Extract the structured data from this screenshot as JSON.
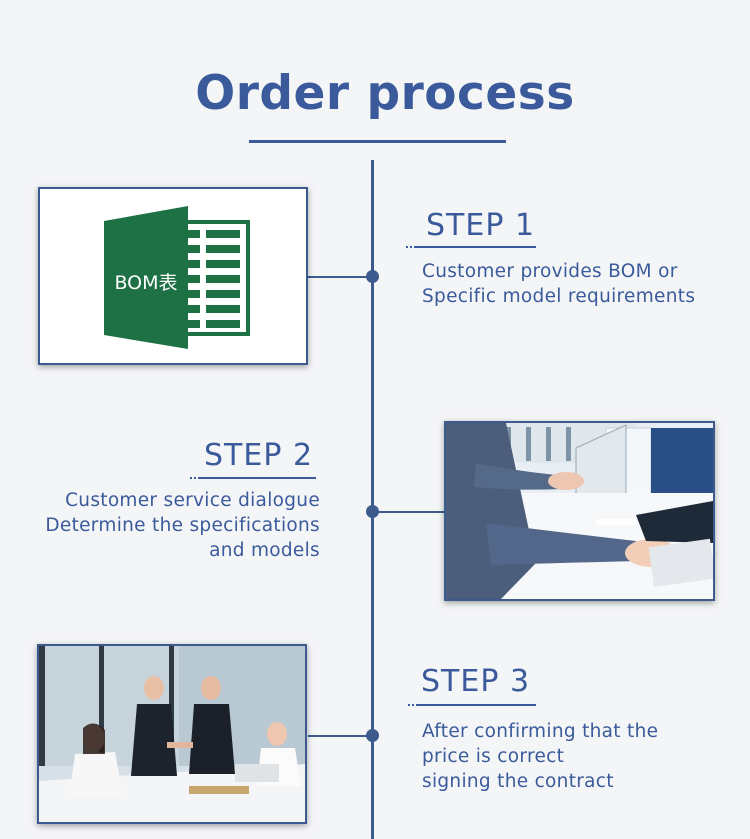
{
  "page": {
    "title": "Order process"
  },
  "steps": [
    {
      "label": "STEP 1",
      "lines": [
        "Customer provides BOM or",
        "Specific model requirements"
      ],
      "image_text": "BOM表"
    },
    {
      "label": "STEP 2",
      "lines": [
        "Customer service dialogue",
        "Determine the specifications",
        "and models"
      ]
    },
    {
      "label": "STEP 3",
      "lines": [
        "After confirming that the",
        "price is correct",
        "signing the contract"
      ]
    }
  ],
  "colors": {
    "accent": "#3a5a9b",
    "timeline": "#3d5a8e",
    "excel_green": "#1e7145",
    "background": "#f4f5f7"
  }
}
